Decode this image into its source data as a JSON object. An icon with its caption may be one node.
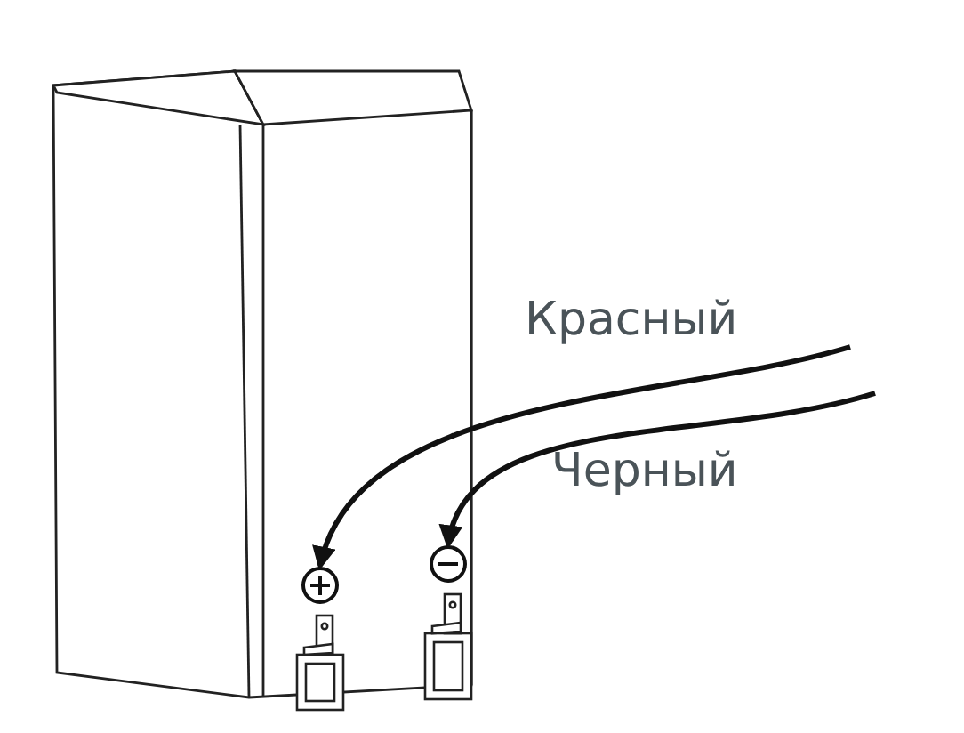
{
  "diagram": {
    "nodes": [
      {
        "text": [],
        "shape": "box"
      },
      {
        "text": [],
        "shape": "box"
      }
    ],
    "edges": [
      {
        "from": null,
        "to": 0,
        "arrow": "to",
        "label": "Красный"
      },
      {
        "from": null,
        "to": 1,
        "arrow": "to",
        "label": "Черный"
      }
    ]
  }
}
